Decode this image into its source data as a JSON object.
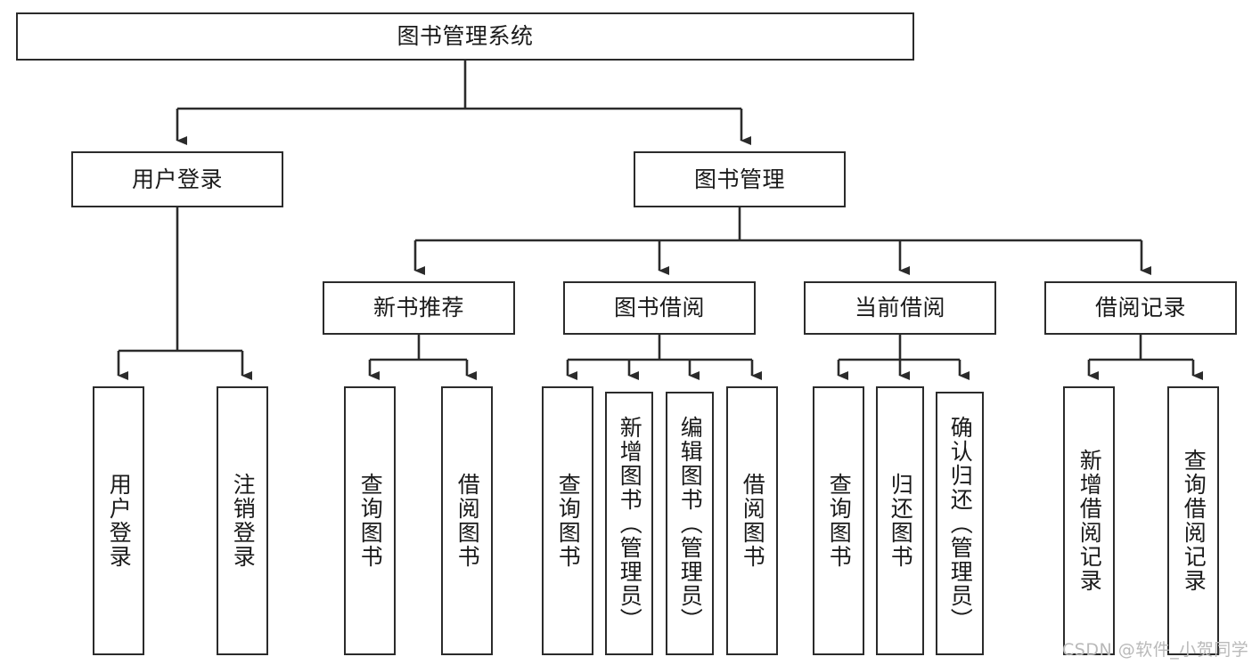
{
  "diagram": {
    "type": "tree-hierarchy-chart",
    "title": "图书管理系统",
    "stroke_color": "#2b2b2b",
    "fill_color": "#ffffff",
    "text_color": "#1a1a1a",
    "levels": {
      "root": {
        "label": "图书管理系统"
      },
      "level2": [
        {
          "label": "用户登录"
        },
        {
          "label": "图书管理"
        }
      ],
      "level3": [
        {
          "label": "新书推荐"
        },
        {
          "label": "图书借阅"
        },
        {
          "label": "当前借阅"
        },
        {
          "label": "借阅记录"
        }
      ],
      "leaves": [
        {
          "label": "用户登录",
          "parent": "用户登录"
        },
        {
          "label": "注销登录",
          "parent": "用户登录"
        },
        {
          "label": "查询图书",
          "parent": "新书推荐"
        },
        {
          "label": "借阅图书",
          "parent": "新书推荐"
        },
        {
          "label": "查询图书",
          "parent": "图书借阅"
        },
        {
          "label": "新增图书（管理员）",
          "parent": "图书借阅"
        },
        {
          "label": "编辑图书（管理员）",
          "parent": "图书借阅"
        },
        {
          "label": "借阅图书",
          "parent": "图书借阅"
        },
        {
          "label": "查询图书",
          "parent": "当前借阅"
        },
        {
          "label": "归还图书",
          "parent": "当前借阅"
        },
        {
          "label": "确认归还（管理员）",
          "parent": "当前借阅"
        },
        {
          "label": "新增借阅记录",
          "parent": "借阅记录"
        },
        {
          "label": "查询借阅记录",
          "parent": "借阅记录"
        }
      ]
    }
  },
  "watermark": {
    "text": "CSDN @软件_小贺同学"
  }
}
